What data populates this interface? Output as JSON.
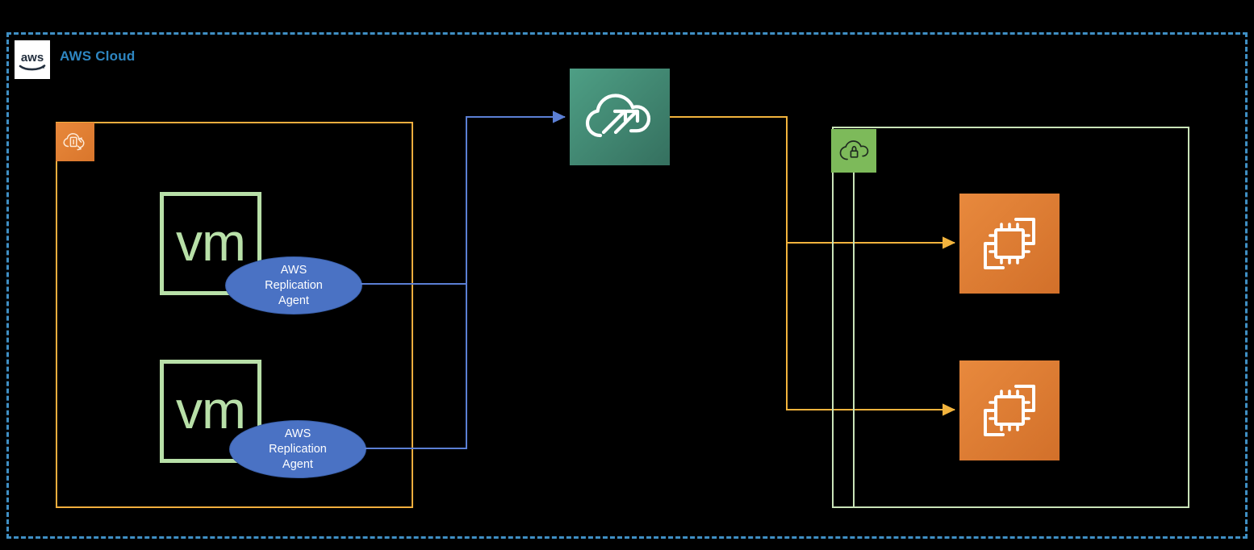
{
  "diagram": {
    "title": "AWS Cloud",
    "cloud_label": "AWS Cloud",
    "aws_logo_text": "aws"
  },
  "groups": [
    {
      "id": "onprem",
      "icon_name": "application-migration-service-icon",
      "border_color": "#f2ae3e",
      "label": ""
    },
    {
      "id": "vpc",
      "icon_name": "vpc-lock-cloud-icon",
      "border_color": "#c9e3b8",
      "label": ""
    }
  ],
  "source_servers": [
    {
      "vm_label": "vm",
      "agent_label": "AWS\nReplication\nAgent",
      "agent_line1": "AWS",
      "agent_line2": "Replication",
      "agent_line3": "Agent"
    },
    {
      "vm_label": "vm",
      "agent_label": "AWS\nReplication\nAgent",
      "agent_line1": "AWS",
      "agent_line2": "Replication",
      "agent_line3": "Agent"
    }
  ],
  "migration_service": {
    "icon_name": "migration-cloud-icon",
    "fill_start": "#4e9f85",
    "fill_end": "#35705f",
    "label": ""
  },
  "targets": [
    {
      "icon_name": "ec2-instance-icon",
      "label": ""
    },
    {
      "icon_name": "ec2-instance-icon",
      "label": ""
    }
  ],
  "colors": {
    "aws_cloud_border": "#3f8fc4",
    "aws_cloud_title": "#2e86c1",
    "onprem_border": "#f2ae3e",
    "vpc_border": "#c9e3b8",
    "vm_border": "#b8e0a8",
    "agent_fill": "#4a72c4",
    "replication_link": "#5b7fd4",
    "launch_link": "#f2b33d",
    "background": "#000000"
  },
  "connections": [
    {
      "from": "agent-1",
      "to": "migration-service",
      "color": "#5b7fd4",
      "arrow": true
    },
    {
      "from": "agent-2",
      "to": "migration-service",
      "color": "#5b7fd4",
      "arrow": true
    },
    {
      "from": "migration-service",
      "to": "ec2-instance-1",
      "color": "#f2b33d",
      "arrow": true
    },
    {
      "from": "migration-service",
      "to": "ec2-instance-2",
      "color": "#f2b33d",
      "arrow": true
    }
  ]
}
